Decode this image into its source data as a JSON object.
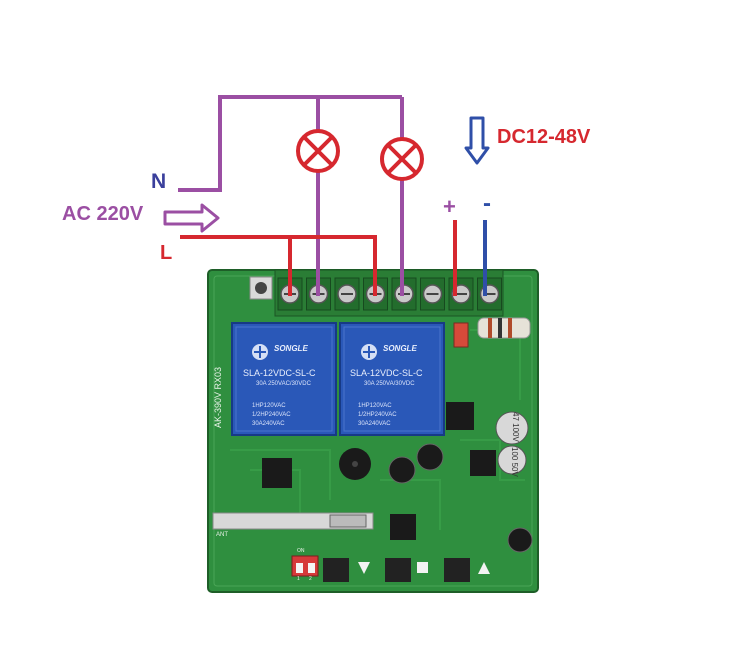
{
  "labels": {
    "neutral": "N",
    "line": "L",
    "ac_supply": "AC 220V",
    "dc_supply": "DC12-48V",
    "plus": "+",
    "minus": "-"
  },
  "relays": [
    {
      "brand": "SONGLE",
      "model": "SLA-12VDC-SL-C",
      "spec_lines": [
        "30A 250VAC/30VDC",
        "1HP120VAC",
        "1/2HP240VAC",
        "30A240VAC"
      ]
    },
    {
      "brand": "SONGLE",
      "model": "SLA-12VDC-SL-C",
      "spec_lines": [
        "30A 250VA/30VDC",
        "1HP120VAC",
        "1/2HP240VAC",
        "30A240VAC"
      ]
    }
  ],
  "board": {
    "model_text": "AK-390V RX03",
    "antenna": "ANT",
    "dip_labels": [
      "ON",
      "1",
      "2"
    ],
    "cap_labels": [
      "47 100V",
      "100 50V"
    ]
  },
  "colors": {
    "neutral_wire": "#9b4fa3",
    "line_wire": "#d6282f",
    "dc_positive": "#d6282f",
    "dc_negative": "#2f4fa8",
    "pcb": "#2e8b3e",
    "relay": "#2b57b5",
    "lamp": "#d6282f",
    "label_n": "#3a3f9c",
    "label_ac": "#9b4fa3",
    "label_l": "#d6282f",
    "label_dc": "#d6282f"
  },
  "icons": [
    "lamp-icon",
    "arrow-right-icon",
    "arrow-down-icon"
  ]
}
